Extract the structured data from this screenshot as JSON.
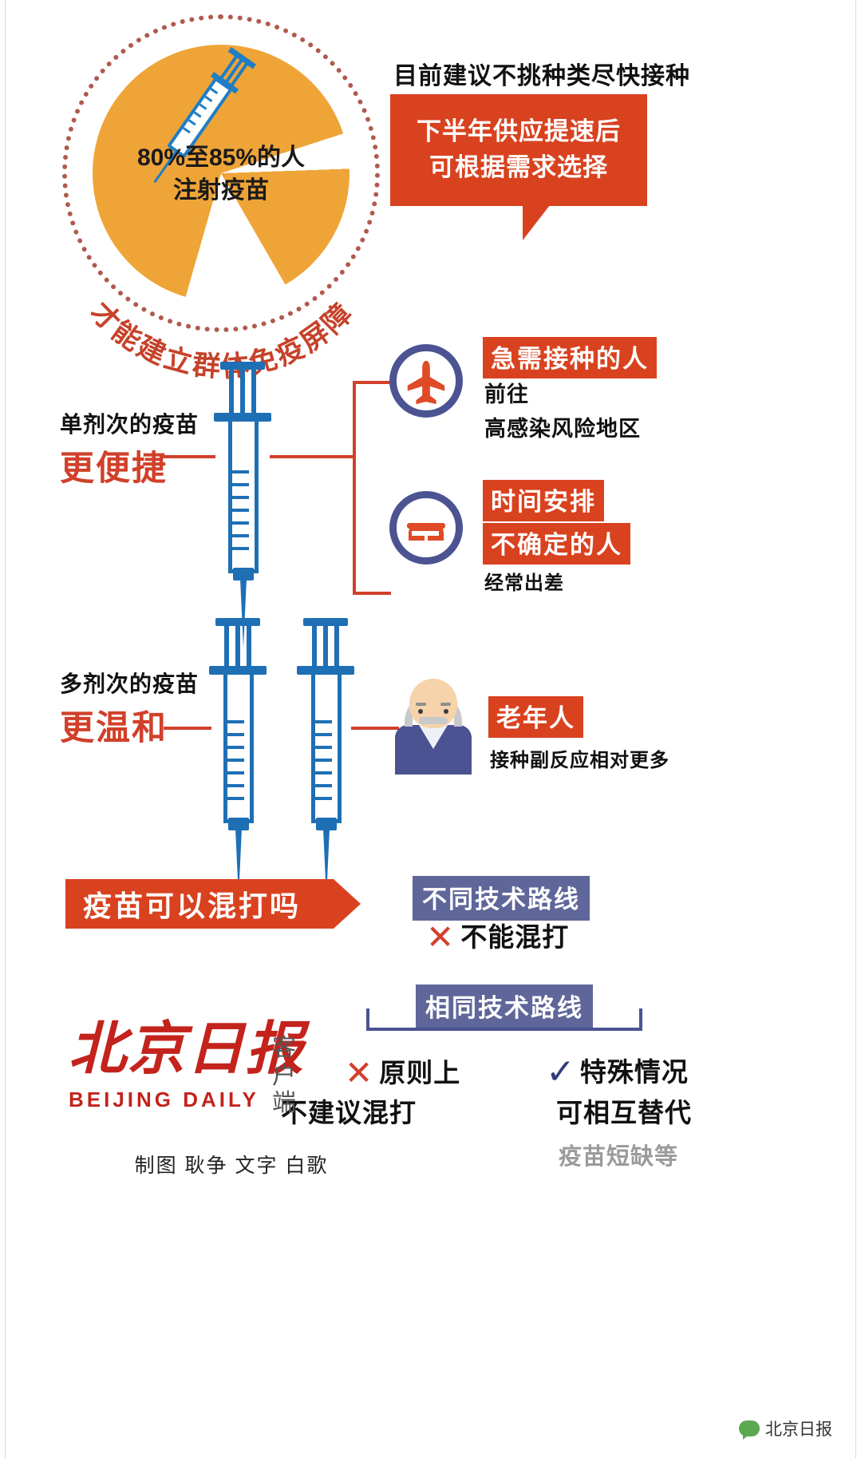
{
  "hero": {
    "donut_line1": "80%至85%的人",
    "donut_line2": "注射疫苗",
    "arc_text": "才能建立群体免疫屏障",
    "headline": "目前建议不挑种类尽快接种",
    "bubble_line1": "下半年供应提速后",
    "bubble_line2": "可根据需求选择"
  },
  "single_dose": {
    "caption_top": "单剂次的疫苗",
    "caption_big": "更便捷",
    "branches": [
      {
        "icon": "airplane-icon",
        "tag": "急需接种的人",
        "desc_line1": "前往",
        "desc_line2": "高感染风险地区"
      },
      {
        "icon": "train-icon",
        "tag_line1": "时间安排",
        "tag_line2": "不确定的人",
        "desc_line1": "经常出差"
      }
    ]
  },
  "multi_dose": {
    "caption_top": "多剂次的疫苗",
    "caption_big": "更温和",
    "target": {
      "icon": "elderly-person-icon",
      "tag": "老年人",
      "desc": "接种副反应相对更多"
    }
  },
  "mixing": {
    "question": "疫苗可以混打吗",
    "different_route": {
      "tag": "不同技术路线",
      "mark": "✕",
      "answer": "不能混打"
    },
    "same_route": {
      "tag": "相同技术路线",
      "options": [
        {
          "mark": "✕",
          "line1": "原则上",
          "line2": "不建议混打",
          "note": ""
        },
        {
          "mark": "✓",
          "line1": "特殊情况",
          "line2": "可相互替代",
          "note": "疫苗短缺等"
        }
      ]
    }
  },
  "footer": {
    "logo_cn": "北京日报",
    "logo_en": "BEIJING DAILY",
    "logo_side": "客户端",
    "credits": "制图 耿争  文字 白歌",
    "wechat": "北京日报"
  },
  "colors": {
    "orange": "#efa438",
    "red": "#d9421f",
    "dark_red": "#d1402a",
    "blue": "#1f6fb5",
    "purple": "#4b5392",
    "gray": "#9b9b9b"
  }
}
